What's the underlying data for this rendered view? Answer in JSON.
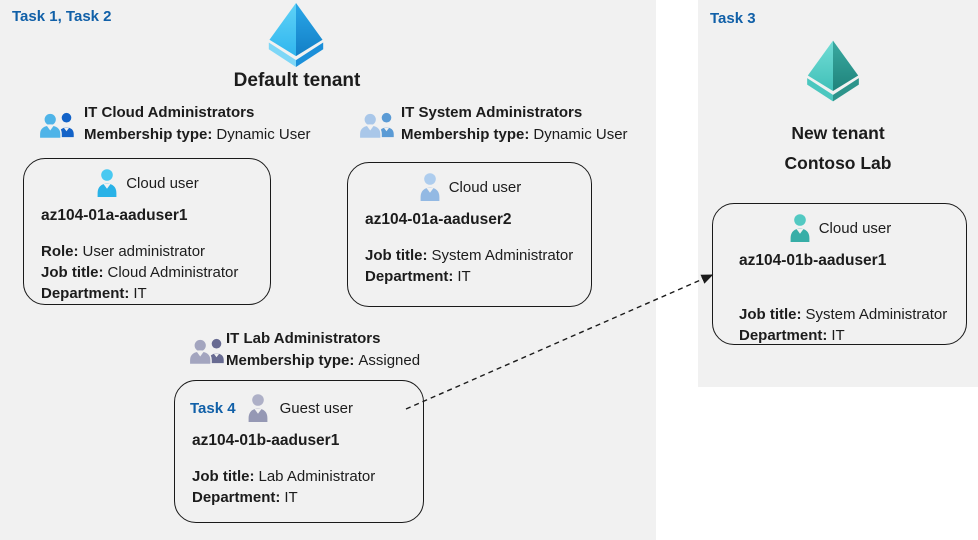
{
  "colors": {
    "page_bg": "#ffffff",
    "area_bg": "#f1f1f1",
    "task_label_blue": "#1160a8",
    "text": "#1c1c1c",
    "card_border": "#1a1a1a",
    "tenant_icon_blue": "#2aa7e8",
    "tenant_icon_teal": "#3aaaa1",
    "group_cloud": "#4fb4e8",
    "group_system": "#a9c7e9",
    "group_lab": "#a3a5bf",
    "user_cloud": "#29b2e7",
    "user_steel": "#93b9e3",
    "user_guest": "#9598b4",
    "user_teal": "#37aea7"
  },
  "icons": {
    "tenant": "azure-tenant-pyramid-icon",
    "group": "user-group-icon",
    "user": "person-icon",
    "arrow": "dashed-invite-arrow"
  },
  "main_area": {
    "task_label": "Task 1, Task 2",
    "tenant_name": "Default tenant"
  },
  "right_panel": {
    "task_label": "Task 3",
    "tenant_name_line1": "New tenant",
    "tenant_name_line2": "Contoso Lab"
  },
  "groups": {
    "cloud": {
      "title": "IT Cloud Administrators",
      "membership_label": "Membership type:",
      "membership_value": "Dynamic User"
    },
    "system": {
      "title": "IT System Administrators",
      "membership_label": "Membership type:",
      "membership_value": "Dynamic User"
    },
    "lab": {
      "title": "IT Lab Administrators",
      "membership_label": "Membership type:",
      "membership_value": "Assigned"
    }
  },
  "cards": {
    "cloud_user1": {
      "type_label": "Cloud user",
      "name": "az104-01a-aaduser1",
      "role_label": "Role:",
      "role_value": "User administrator",
      "job_label": "Job title:",
      "job_value": "Cloud Administrator",
      "dept_label": "Department:",
      "dept_value": "IT"
    },
    "cloud_user2": {
      "type_label": "Cloud user",
      "name": "az104-01a-aaduser2",
      "job_label": "Job title:",
      "job_value": "System Administrator",
      "dept_label": "Department:",
      "dept_value": "IT"
    },
    "guest_user": {
      "task_label": "Task 4",
      "type_label": "Guest user",
      "name": "az104-01b-aaduser1",
      "job_label": "Job title:",
      "job_value": "Lab Administrator",
      "dept_label": "Department:",
      "dept_value": "IT"
    },
    "new_tenant_user": {
      "type_label": "Cloud user",
      "name": "az104-01b-aaduser1",
      "job_label": "Job title:",
      "job_value": "System Administrator",
      "dept_label": "Department:",
      "dept_value": "IT"
    }
  }
}
